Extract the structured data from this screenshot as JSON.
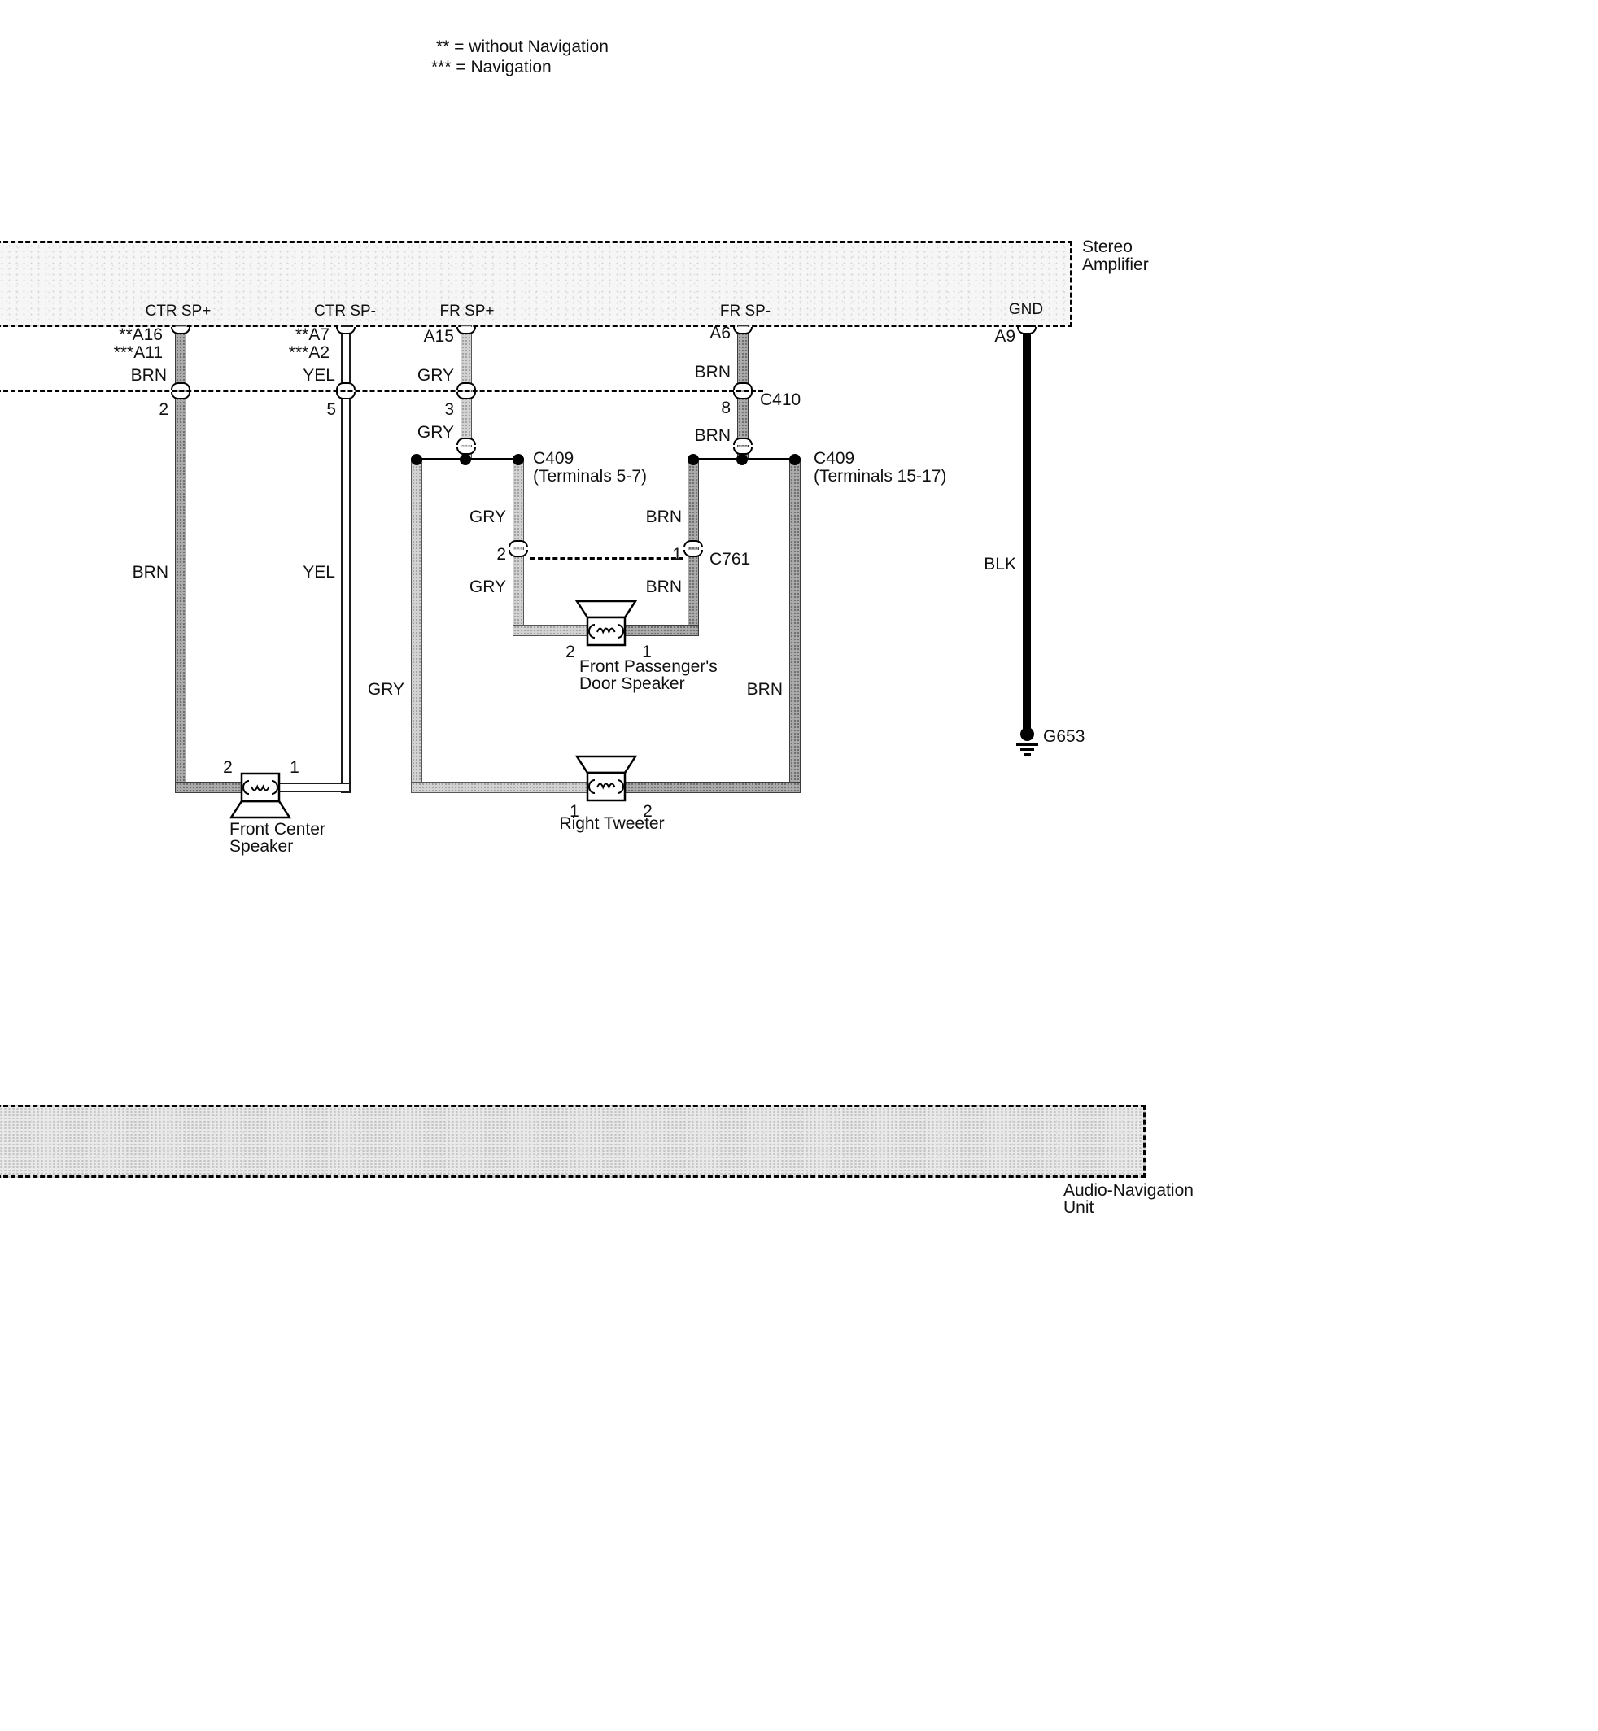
{
  "legend": {
    "without_nav": "**  =  without Navigation",
    "nav": "***  =  Navigation"
  },
  "wire_colors": {
    "brn": "BRN",
    "yel": "YEL",
    "gry": "GRY",
    "blk": "BLK"
  },
  "stereo_amplifier": {
    "name_line1": "Stereo",
    "name_line2": "Amplifier",
    "pins": {
      "ctr_sp_plus": {
        "label": "CTR SP+",
        "id_without_nav": "**A16",
        "id_nav": "***A11"
      },
      "ctr_sp_minus": {
        "label": "CTR SP-",
        "id_without_nav": "**A7",
        "id_nav": "***A2"
      },
      "fr_sp_plus": {
        "label": "FR SP+",
        "id": "A15"
      },
      "fr_sp_minus": {
        "label": "FR SP-",
        "id": "A6"
      },
      "gnd": {
        "label": "GND",
        "id": "A9"
      }
    }
  },
  "connectors": {
    "c410": {
      "name": "C410",
      "pin_ctr_sp_plus": "2",
      "pin_ctr_sp_minus": "5",
      "pin_fr_sp_plus": "3",
      "pin_fr_sp_minus": "8"
    },
    "c409_left": {
      "name": "C409",
      "detail": "(Terminals 5-7)"
    },
    "c409_right": {
      "name": "C409",
      "detail": "(Terminals 15-17)"
    },
    "c761": {
      "name": "C761",
      "pin_gry": "2",
      "pin_brn": "1"
    }
  },
  "speakers": {
    "front_passenger_door": {
      "name_line1": "Front Passenger's",
      "name_line2": "Door Speaker",
      "pin_left": "2",
      "pin_right": "1"
    },
    "right_tweeter": {
      "name": "Right Tweeter",
      "pin_left": "1",
      "pin_right": "2"
    },
    "front_center": {
      "name_line1": "Front Center",
      "name_line2": "Speaker",
      "pin_left": "2",
      "pin_right": "1"
    }
  },
  "ground": {
    "id": "G653"
  },
  "audio_navigation_unit": {
    "name_line1": "Audio-Navigation",
    "name_line2": "Unit"
  }
}
